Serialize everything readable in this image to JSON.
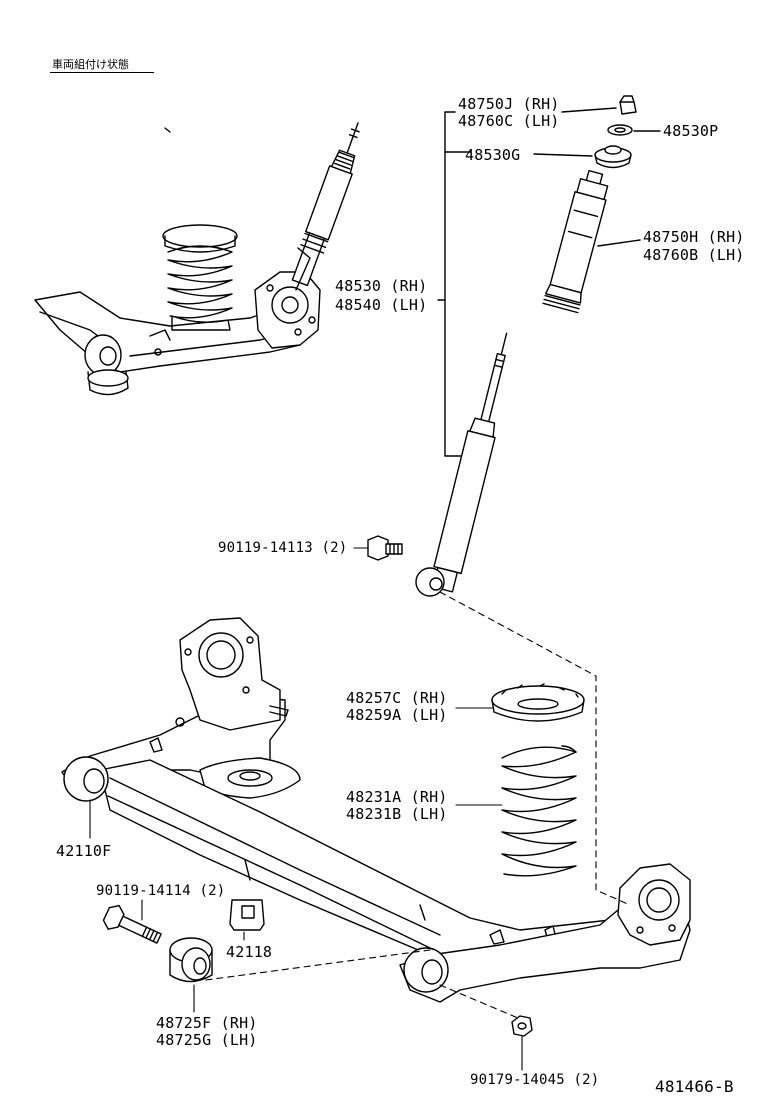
{
  "header_note": "車両組付け状態",
  "diagram_id": "481466-B",
  "labels": {
    "p48750J": "48750J (RH)",
    "p48760C": "48760C (LH)",
    "p48530P": "48530P",
    "p48530G": "48530G",
    "p48750H": "48750H (RH)",
    "p48760B": "48760B (LH)",
    "p48530": "48530 (RH)",
    "p48540": "48540 (LH)",
    "p90119_14113": "90119-14113 (2)",
    "p48257C": "48257C (RH)",
    "p48259A": "48259A (LH)",
    "p48231A": "48231A (RH)",
    "p48231B": "48231B (LH)",
    "p42110F": "42110F",
    "p90119_14114": "90119-14114 (2)",
    "p42118": "42118",
    "p48725F": "48725F (RH)",
    "p48725G": "48725G (LH)",
    "p90179_14045": "90179-14045 (2)"
  }
}
